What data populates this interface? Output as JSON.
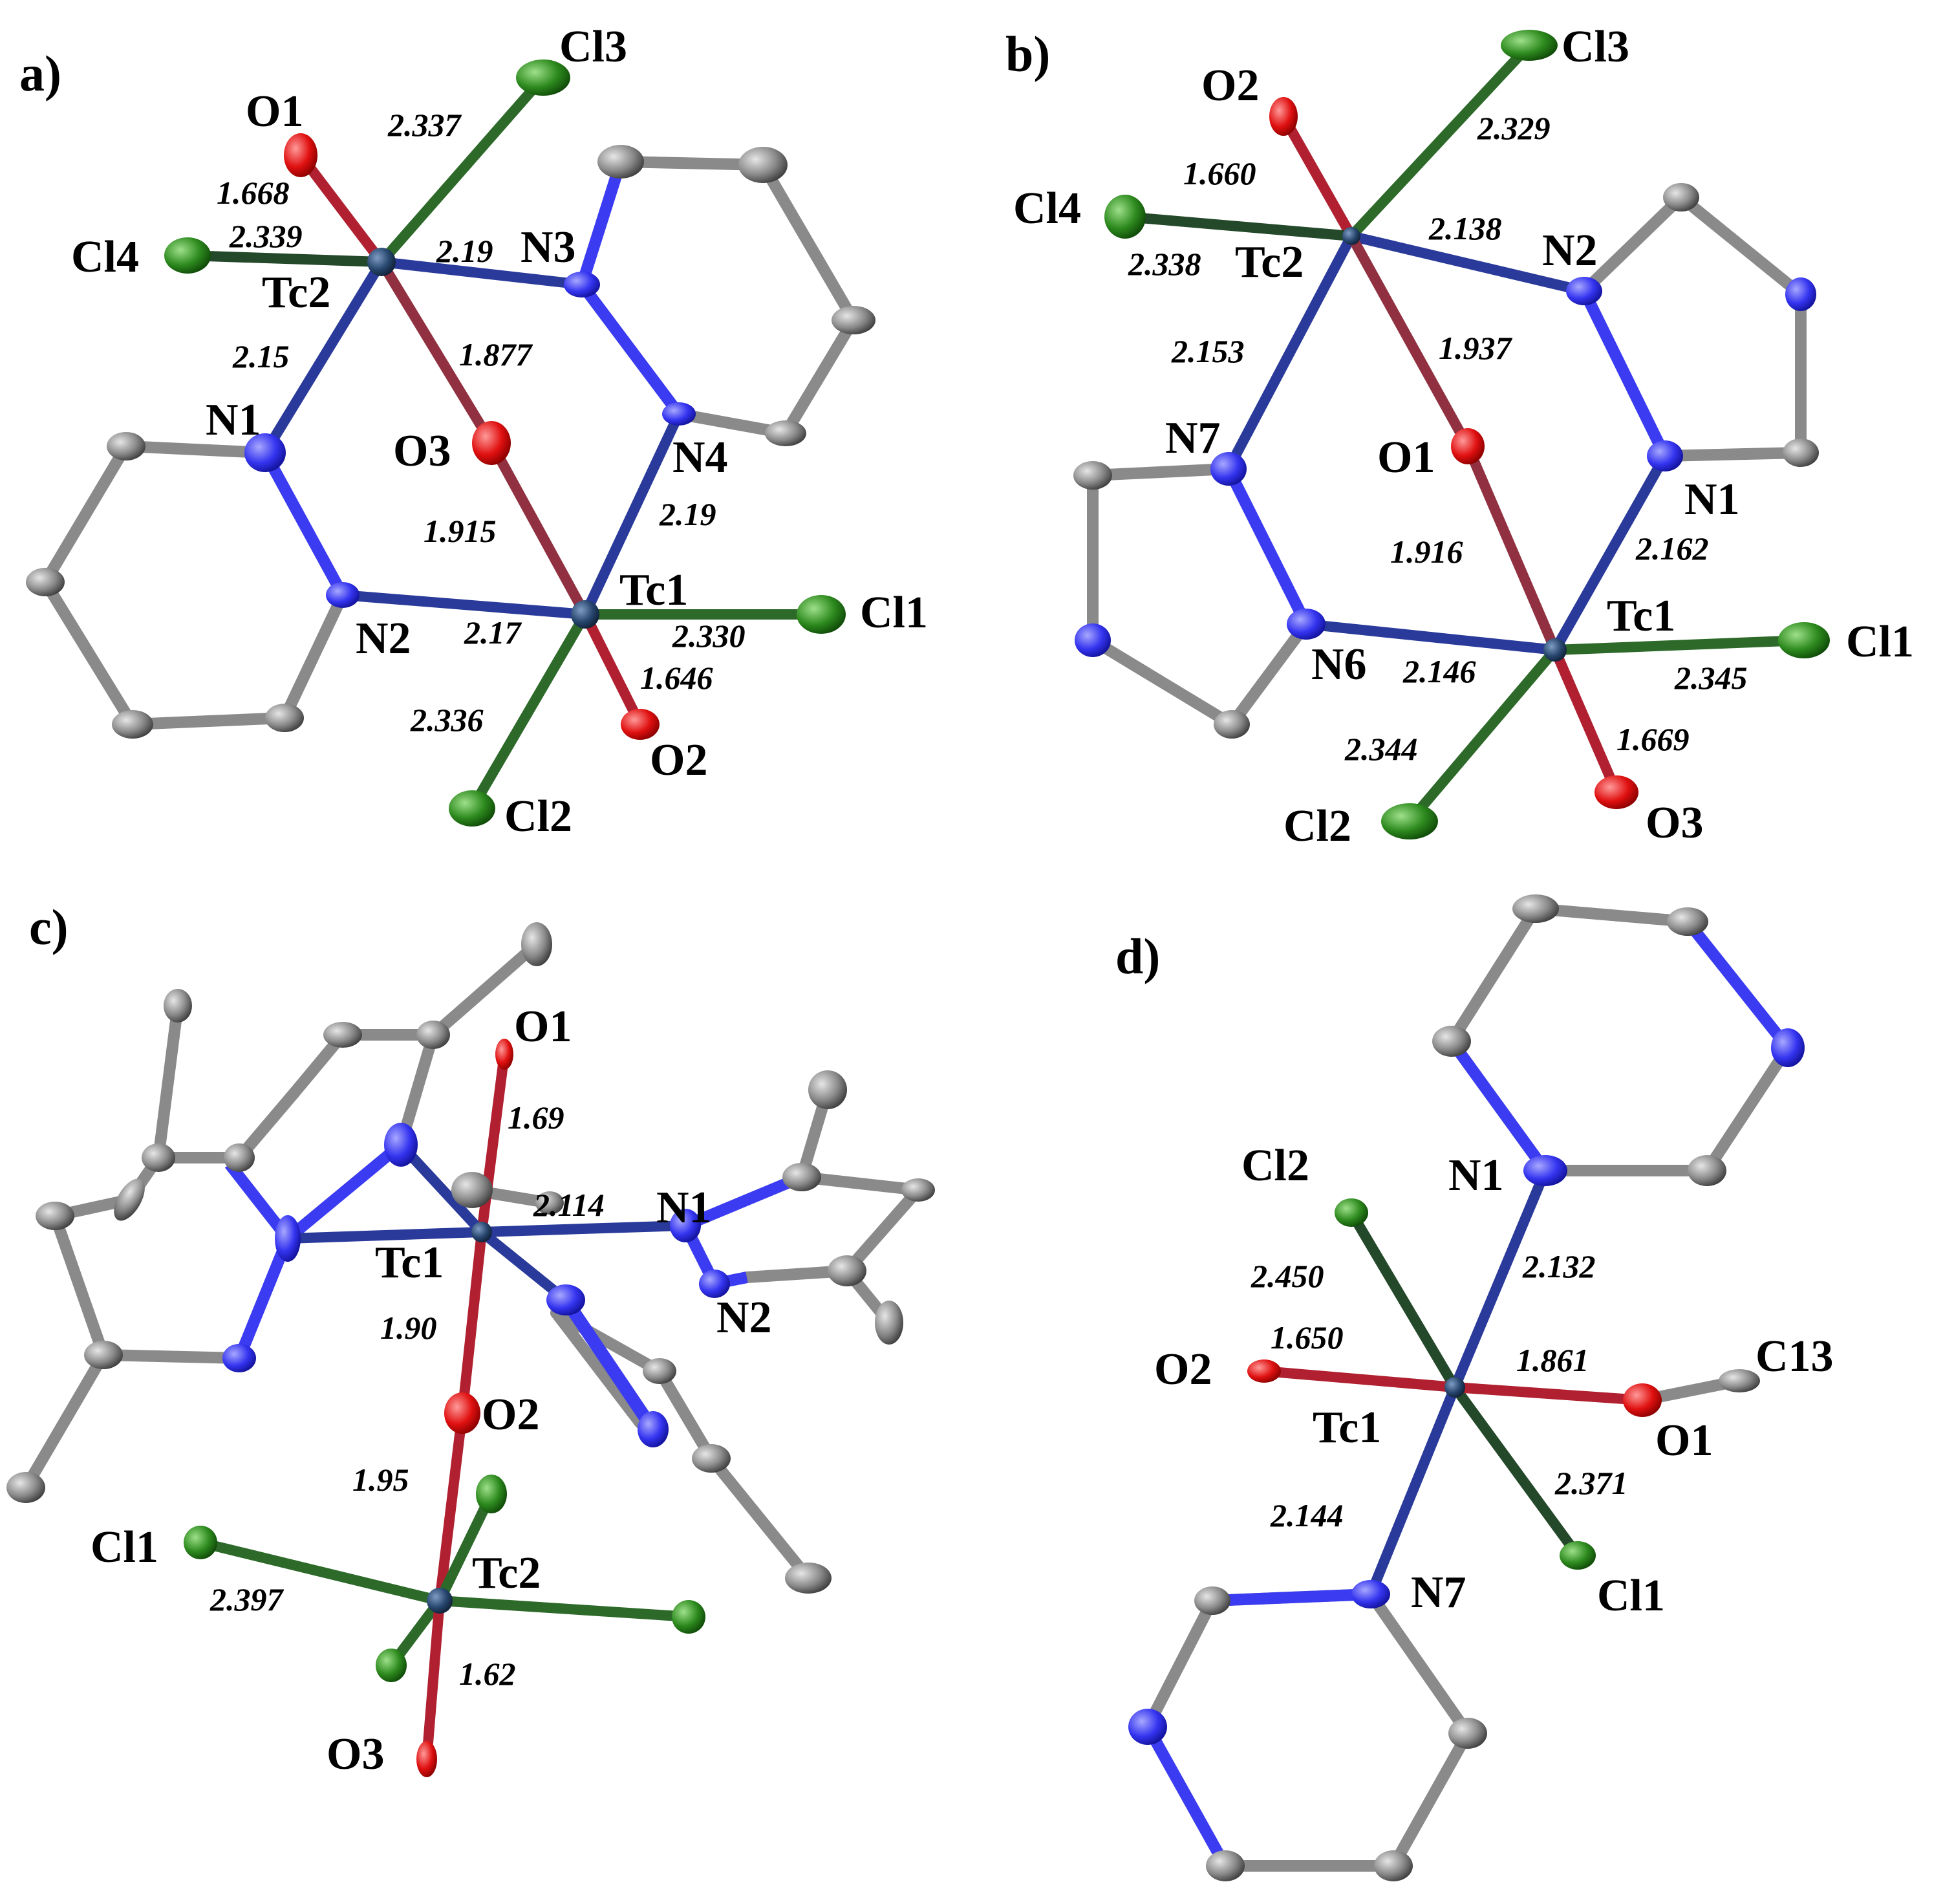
{
  "colors": {
    "Tc": "#26466d",
    "N": "#3b3bf2",
    "O": "#e01010",
    "Cl": "#2d8a1e",
    "C": "#8a8a8a",
    "background": "#ffffff"
  },
  "panels": [
    {
      "id": "a",
      "label": "a)",
      "atom_labels": [
        "O1",
        "Cl3",
        "Cl4",
        "Tc2",
        "N3",
        "N1",
        "O3",
        "N4",
        "Tc1",
        "Cl1",
        "N2",
        "O2",
        "Cl2"
      ],
      "bond_labels": [
        "2.337",
        "1.668",
        "2.339",
        "2.19",
        "1.877",
        "2.15",
        "1.915",
        "2.19",
        "2.17",
        "2.330",
        "1.646",
        "2.336"
      ]
    },
    {
      "id": "b",
      "label": "b)",
      "atom_labels": [
        "O2",
        "Cl3",
        "Cl4",
        "Tc2",
        "N2",
        "N7",
        "O1",
        "N1",
        "Tc1",
        "Cl1",
        "N6",
        "Cl2",
        "O3"
      ],
      "bond_labels": [
        "2.329",
        "1.660",
        "2.338",
        "2.138",
        "2.153",
        "1.937",
        "1.916",
        "2.162",
        "2.146",
        "2.345",
        "2.344",
        "1.669"
      ]
    },
    {
      "id": "c",
      "label": "c)",
      "atom_labels": [
        "O1",
        "N1",
        "Tc1",
        "N2",
        "O2",
        "Cl1",
        "Tc2",
        "O3"
      ],
      "bond_labels": [
        "1.69",
        "2.114",
        "1.90",
        "1.95",
        "2.397",
        "1.62"
      ]
    },
    {
      "id": "d",
      "label": "d)",
      "atom_labels": [
        "Cl2",
        "N1",
        "O2",
        "C13",
        "Tc1",
        "O1",
        "N7",
        "Cl1"
      ],
      "bond_labels": [
        "2.450",
        "2.132",
        "1.650",
        "1.861",
        "2.144",
        "2.371"
      ]
    }
  ]
}
